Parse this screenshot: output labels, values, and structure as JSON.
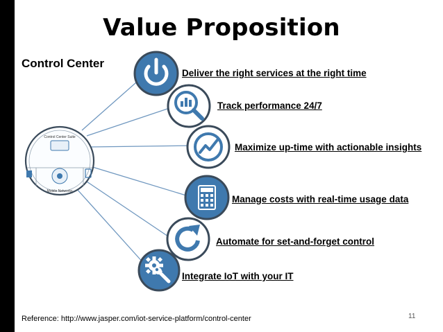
{
  "title": "Value Proposition",
  "subtitle": "Control Center",
  "hub": {
    "top_text": "Control Center Suite",
    "bottom_text": "Mobile Networks"
  },
  "features": [
    {
      "label": "Deliver the right services at the right time",
      "icon": "power-icon"
    },
    {
      "label": "Track performance 24/7",
      "icon": "analytics-magnifier-icon"
    },
    {
      "label": "Maximize up-time with actionable insights",
      "icon": "line-chart-icon"
    },
    {
      "label": "Manage costs with real-time usage data",
      "icon": "calculator-icon"
    },
    {
      "label": "Automate for set-and-forget control",
      "icon": "refresh-arrow-icon"
    },
    {
      "label": "Integrate IoT with your IT",
      "icon": "gear-wrench-icon"
    }
  ],
  "reference": "Reference: http://www.jasper.com/iot-service-platform/control-center",
  "page_number": "11",
  "colors": {
    "icon_fill": "#3f79ae",
    "icon_ring": "#3a4a5a",
    "connector": "#6f97bf"
  }
}
